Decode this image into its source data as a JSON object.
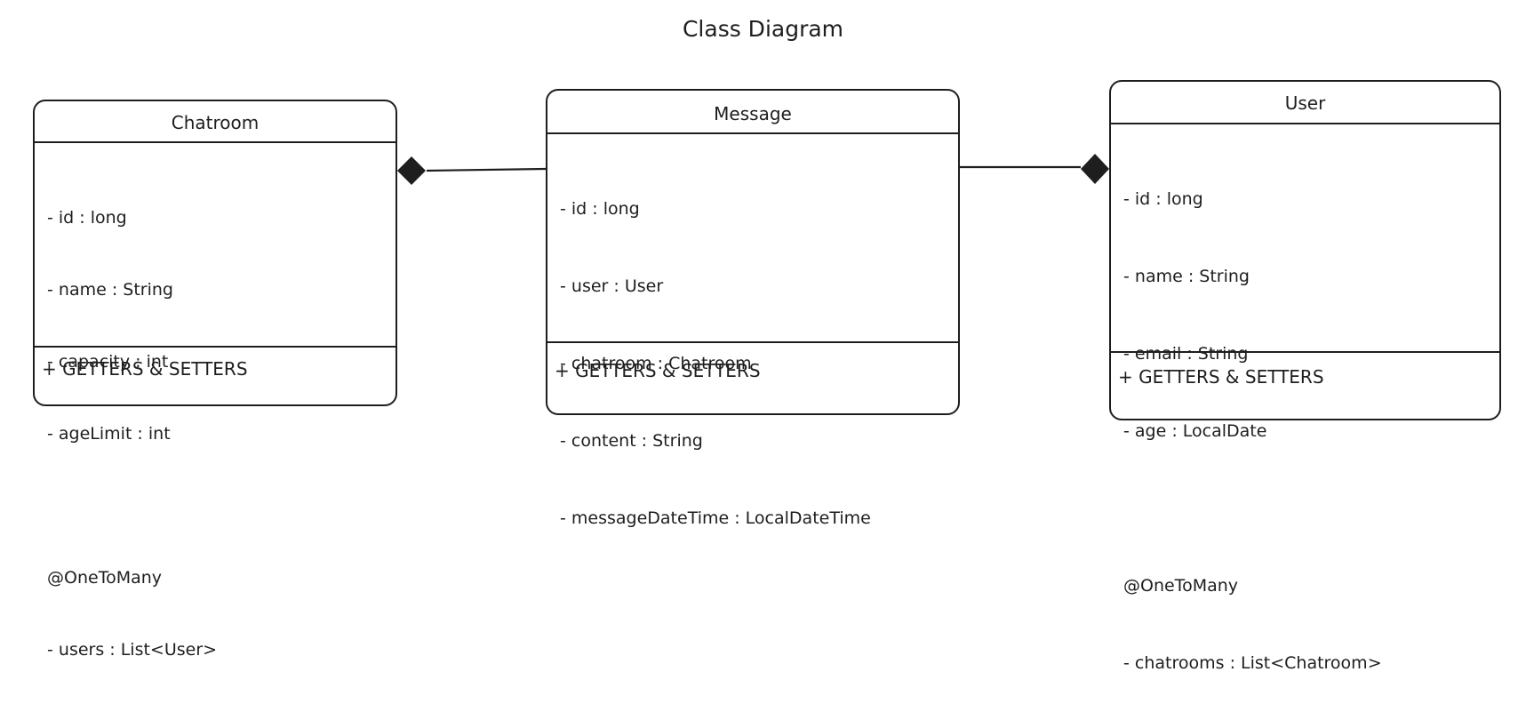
{
  "title": "Class Diagram",
  "classes": {
    "chatroom": {
      "name": "Chatroom",
      "fields": [
        "- id : long",
        "- name : String",
        "- capacity : int",
        "- ageLimit : int"
      ],
      "annotation": "@OneToMany",
      "relation_field": "- users : List<User>",
      "methods": "+ GETTERS & SETTERS"
    },
    "message": {
      "name": "Message",
      "fields": [
        "- id : long",
        "- user : User",
        "- chatroom : Chatroom",
        "- content : String",
        "- messageDateTime : LocalDateTime"
      ],
      "methods": "+ GETTERS & SETTERS"
    },
    "user": {
      "name": "User",
      "fields": [
        "- id : long",
        "- name : String",
        "- email : String",
        "- age : LocalDate"
      ],
      "annotation": "@OneToMany",
      "relation_field": "- chatrooms : List<Chatroom>",
      "methods": "+ GETTERS & SETTERS"
    }
  },
  "relations": [
    {
      "from": "Chatroom",
      "to": "Message",
      "type": "composition"
    },
    {
      "from": "User",
      "to": "Message",
      "type": "composition"
    }
  ],
  "colors": {
    "stroke": "#1e1e1e",
    "background": "#ffffff"
  }
}
